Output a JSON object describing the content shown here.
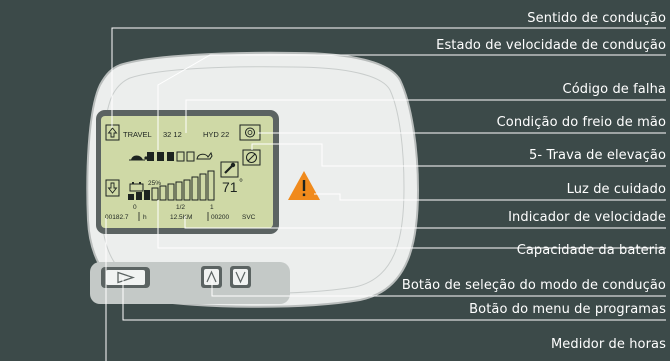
{
  "labels": [
    "Sentido de condução",
    "Estado de velocidade de condução",
    "Código de falha",
    "Condição do freio de mão",
    "5- Trava de elevação",
    "Luz de cuidado",
    "Indicador de velocidade",
    "Capacidade da bateria",
    "Botão de seleção do modo de condução",
    "Botão do menu de programas",
    "Medidor de horas"
  ],
  "display": {
    "mode": "TRAVEL",
    "mode_values": "32 12",
    "hyd": "HYD 22",
    "battery_percent_text": "25%",
    "speed_value": "71",
    "speed_unit": "°",
    "scale_0": "0",
    "scale_half": "1/2",
    "scale_1": "1",
    "hours": "00182.7",
    "hours_unit": "h",
    "speed": "12.5KM",
    "counter": "00200",
    "svc": "SVC"
  },
  "colors": {
    "background": "#3c4a49",
    "housing": "#e9ebea",
    "screen": "#cfd9a6",
    "warning": "#f08a1c",
    "leader_line": "#ffffff"
  },
  "icons": [
    "arrow-up-icon",
    "arrow-down-icon",
    "turtle-icon",
    "rabbit-icon",
    "parking-brake-icon",
    "lift-lock-icon",
    "wrench-icon",
    "warning-triangle-icon",
    "battery-icon",
    "play-button-icon",
    "up-button-icon",
    "down-button-icon"
  ]
}
